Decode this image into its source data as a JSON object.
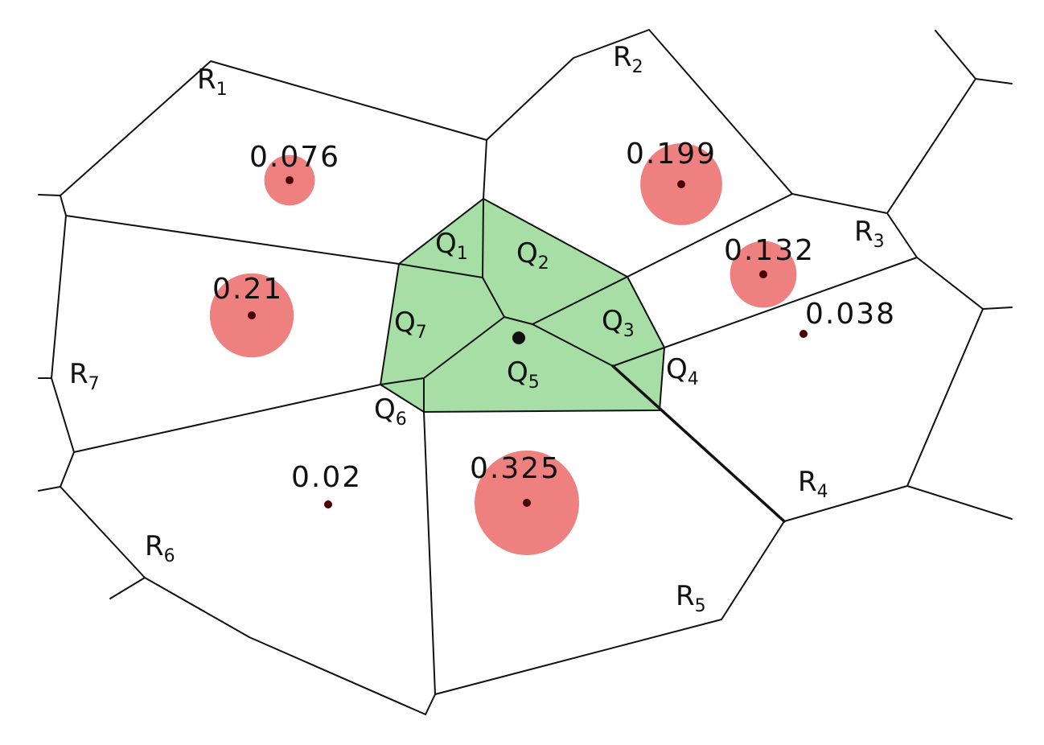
{
  "colors": {
    "q_fill": "#a6dea6",
    "halo": "#ee8080",
    "point": "#4a0000",
    "edge": "#111111"
  },
  "regions_r": [
    {
      "letter": "R",
      "index": "1"
    },
    {
      "letter": "R",
      "index": "2"
    },
    {
      "letter": "R",
      "index": "3"
    },
    {
      "letter": "R",
      "index": "4"
    },
    {
      "letter": "R",
      "index": "5"
    },
    {
      "letter": "R",
      "index": "6"
    },
    {
      "letter": "R",
      "index": "7"
    }
  ],
  "regions_q": [
    {
      "letter": "Q",
      "index": "1"
    },
    {
      "letter": "Q",
      "index": "2"
    },
    {
      "letter": "Q",
      "index": "3"
    },
    {
      "letter": "Q",
      "index": "4"
    },
    {
      "letter": "Q",
      "index": "5"
    },
    {
      "letter": "Q",
      "index": "6"
    },
    {
      "letter": "Q",
      "index": "7"
    }
  ],
  "weights": [
    {
      "label": "0.076",
      "value": 0.076
    },
    {
      "label": "0.199",
      "value": 0.199
    },
    {
      "label": "0.132",
      "value": 0.132
    },
    {
      "label": "0.038",
      "value": 0.038
    },
    {
      "label": "0.325",
      "value": 0.325
    },
    {
      "label": "0.02",
      "value": 0.02
    },
    {
      "label": "0.21",
      "value": 0.21
    }
  ]
}
